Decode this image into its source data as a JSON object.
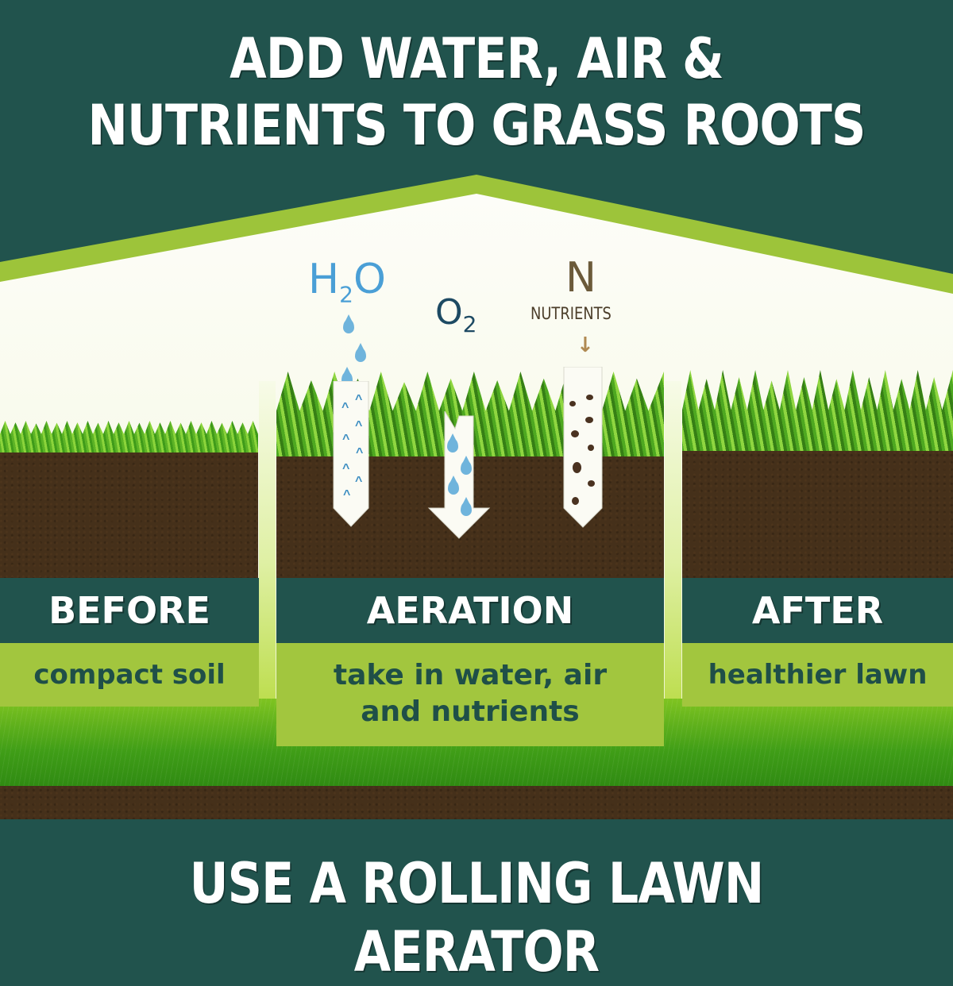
{
  "header": {
    "title_line1": "ADD WATER, AIR &",
    "title_line2": "NUTRIENTS TO GRASS ROOTS"
  },
  "labels": {
    "water": {
      "main": "H",
      "sub": "2",
      "tail": "O",
      "icon": "water-drop-icon",
      "color": "#4a9fd6"
    },
    "oxygen": {
      "main": "O",
      "sub": "2",
      "icon": "oxygen-icon",
      "color": "#1d4a63"
    },
    "nitrogen": {
      "main": "N",
      "caption": "NUTRIENTS",
      "arrow": "↓",
      "icon": "nutrient-arrow-icon",
      "color": "#6b5a3a"
    }
  },
  "panels": [
    {
      "heading": "BEFORE",
      "caption": "compact soil"
    },
    {
      "heading": "AERATION",
      "caption_line1": "take in water, air",
      "caption_line2": "and nutrients"
    },
    {
      "heading": "AFTER",
      "caption": "healthier lawn"
    }
  ],
  "footer": {
    "cta": "USE A ROLLING LAWN AERATOR"
  },
  "colors": {
    "dark_green": "#21534d",
    "lime": "#9ccb2a",
    "caption_band": "#a2c63e",
    "soil": "#45301a",
    "cream": "#fbfbf2"
  }
}
